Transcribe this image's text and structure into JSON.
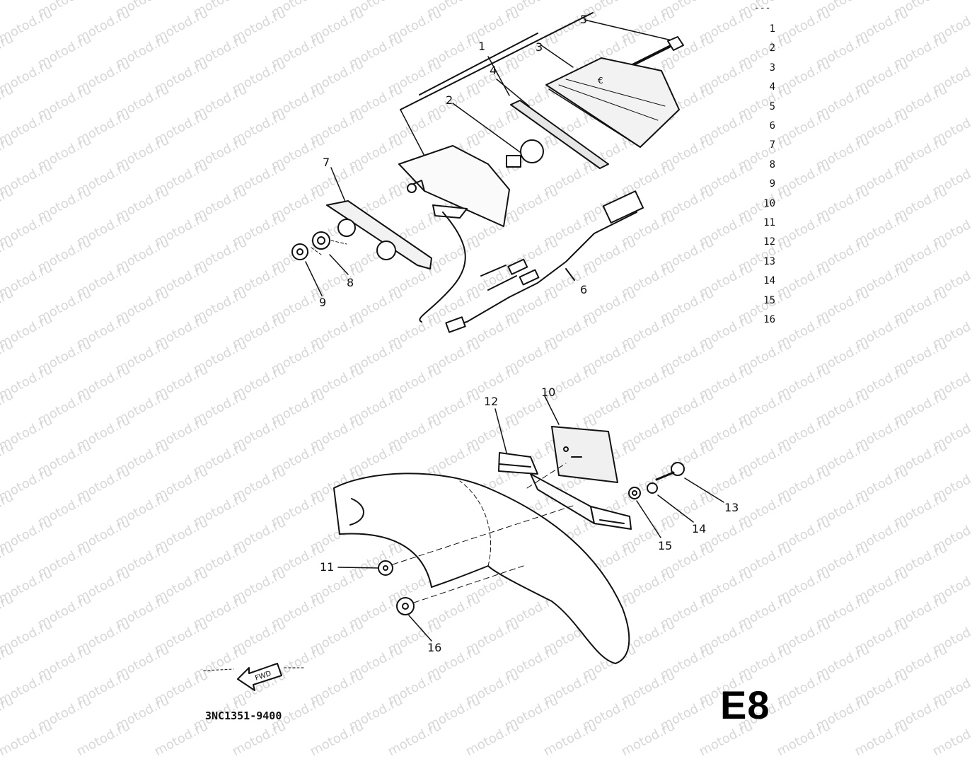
{
  "watermark": "motod.ru",
  "header_dashes": "---",
  "part_index": [
    "1",
    "2",
    "3",
    "4",
    "5",
    "6",
    "7",
    "8",
    "9",
    "10",
    "11",
    "12",
    "13",
    "14",
    "15",
    "16"
  ],
  "callouts": {
    "c1": "1",
    "c2": "2",
    "c3": "3",
    "c4": "4",
    "c5": "5",
    "c6": "6",
    "c7": "7",
    "c8": "8",
    "c9": "9",
    "c10": "10",
    "c11": "11",
    "c12": "12",
    "c13": "13",
    "c14": "14",
    "c15": "15",
    "c16": "16"
  },
  "fwd_label": "FWD",
  "diagram_code": "3NC1351-9400",
  "page_label": "E8"
}
